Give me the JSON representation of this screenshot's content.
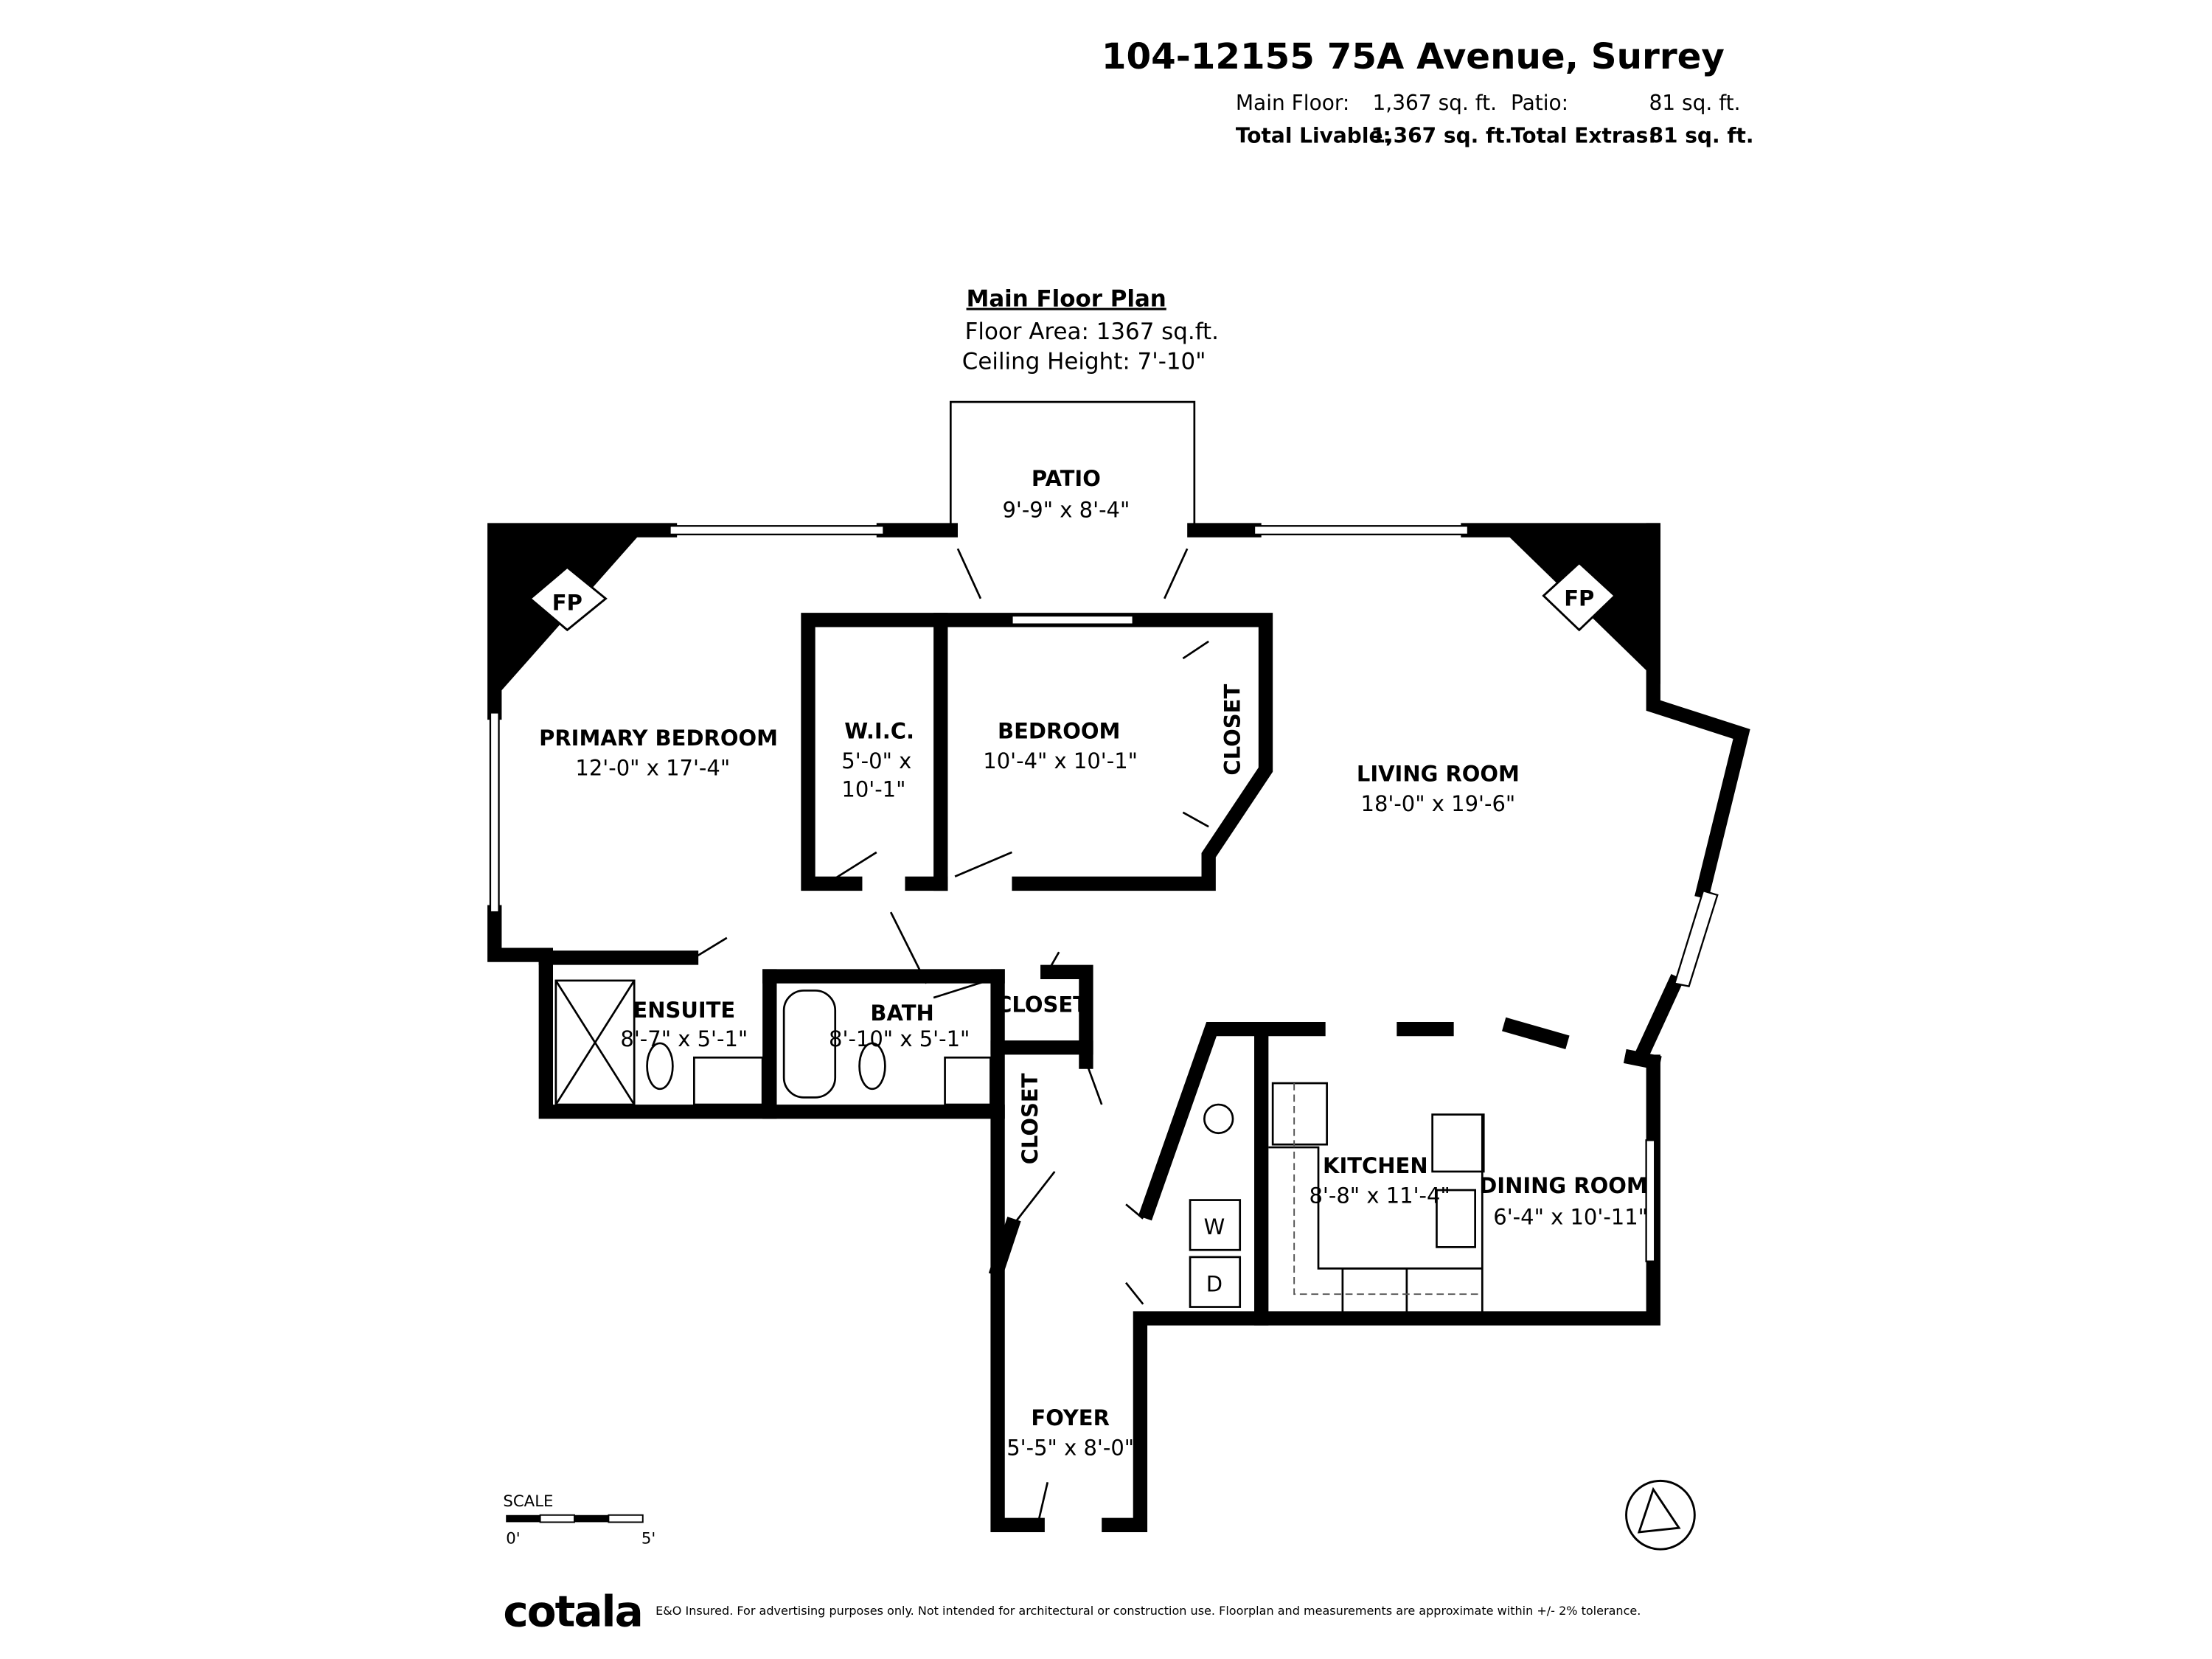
{
  "header": {
    "address": "104-12155 75A Avenue, Surrey",
    "main_floor_label": "Main Floor:",
    "main_floor_value": "1,367 sq. ft.",
    "patio_label": "Patio:",
    "patio_value": "81 sq. ft.",
    "total_livable_label": "Total Livable:",
    "total_livable_value": "1,367 sq. ft.",
    "total_extras_label": "Total Extras:",
    "total_extras_value": "81 sq. ft."
  },
  "plan": {
    "title": "Main Floor Plan",
    "floor_area": "Floor Area: 1367 sq.ft.",
    "ceiling_height": "Ceiling Height: 7'-10\""
  },
  "rooms": {
    "patio": {
      "name": "PATIO",
      "dims": "9'-9\" x 8'-4\""
    },
    "primary_bedroom": {
      "name": "PRIMARY BEDROOM",
      "dims": "12'-0\" x 17'-4\""
    },
    "wic": {
      "name": "W.I.C.",
      "dims_1": "5'-0\" x",
      "dims_2": "10'-1\""
    },
    "bedroom": {
      "name": "BEDROOM",
      "dims": "10'-4\" x 10'-1\""
    },
    "bedroom_closet": {
      "name": "CLOSET"
    },
    "living_room": {
      "name": "LIVING ROOM",
      "dims": "18'-0\" x 19'-6\""
    },
    "ensuite": {
      "name": "ENSUITE",
      "dims": "8'-7\" x 5'-1\""
    },
    "bath": {
      "name": "BATH",
      "dims": "8'-10\" x 5'-1\""
    },
    "hall_closet": {
      "name": "CLOSET"
    },
    "foyer_closet": {
      "name": "CLOSET"
    },
    "kitchen": {
      "name": "KITCHEN",
      "dims": "8'-8\" x 11'-4\""
    },
    "dining_room": {
      "name": "DINING ROOM",
      "dims": "6'-4\" x 10'-11\""
    },
    "foyer": {
      "name": "FOYER",
      "dims": "5'-5\" x 8'-0\""
    },
    "fireplace_label": "FP",
    "washer_label": "W",
    "dryer_label": "D"
  },
  "scale": {
    "label": "SCALE",
    "start": "0'",
    "end": "5'"
  },
  "footer": {
    "logo": "cotala",
    "disclaimer": "E&O Insured. For advertising purposes only. Not intended for architectural or construction use. Floorplan and measurements are approximate within +/- 2% tolerance."
  },
  "colors": {
    "walls": "#000000",
    "background": "#ffffff"
  }
}
